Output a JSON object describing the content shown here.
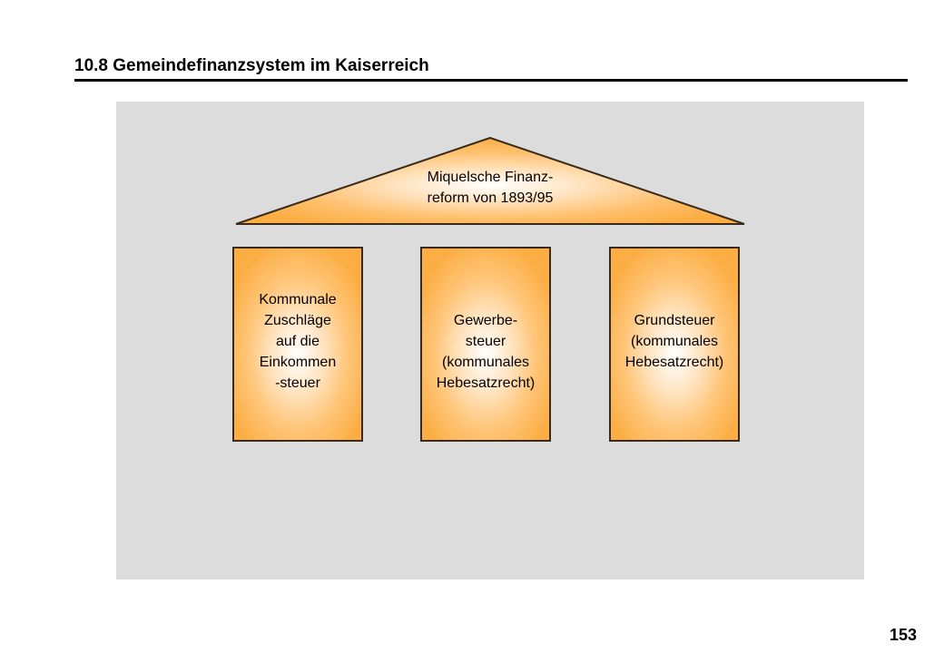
{
  "header": {
    "title": "10.8 Gemeindefinanzsystem im Kaiserreich"
  },
  "diagram": {
    "roof": {
      "text": "Miquelsche Finanz-\nreform von 1893/95"
    },
    "pillars": [
      {
        "text": "Kommunale\nZuschläge\nauf die\nEinkommen\n-steuer"
      },
      {
        "text": "Gewerbe-\nsteuer\n(kommunales\nHebesatzrecht)"
      },
      {
        "text": "Grundsteuer\n(kommunales\nHebesatzrecht)"
      }
    ]
  },
  "footer": {
    "page_number": "153"
  },
  "colors": {
    "panel_background": "#dcdcdc",
    "shape_fill_outer": "#fcae45",
    "shape_fill_center": "#ffffff",
    "shape_border": "#3a2a1a",
    "rule": "#000000"
  }
}
